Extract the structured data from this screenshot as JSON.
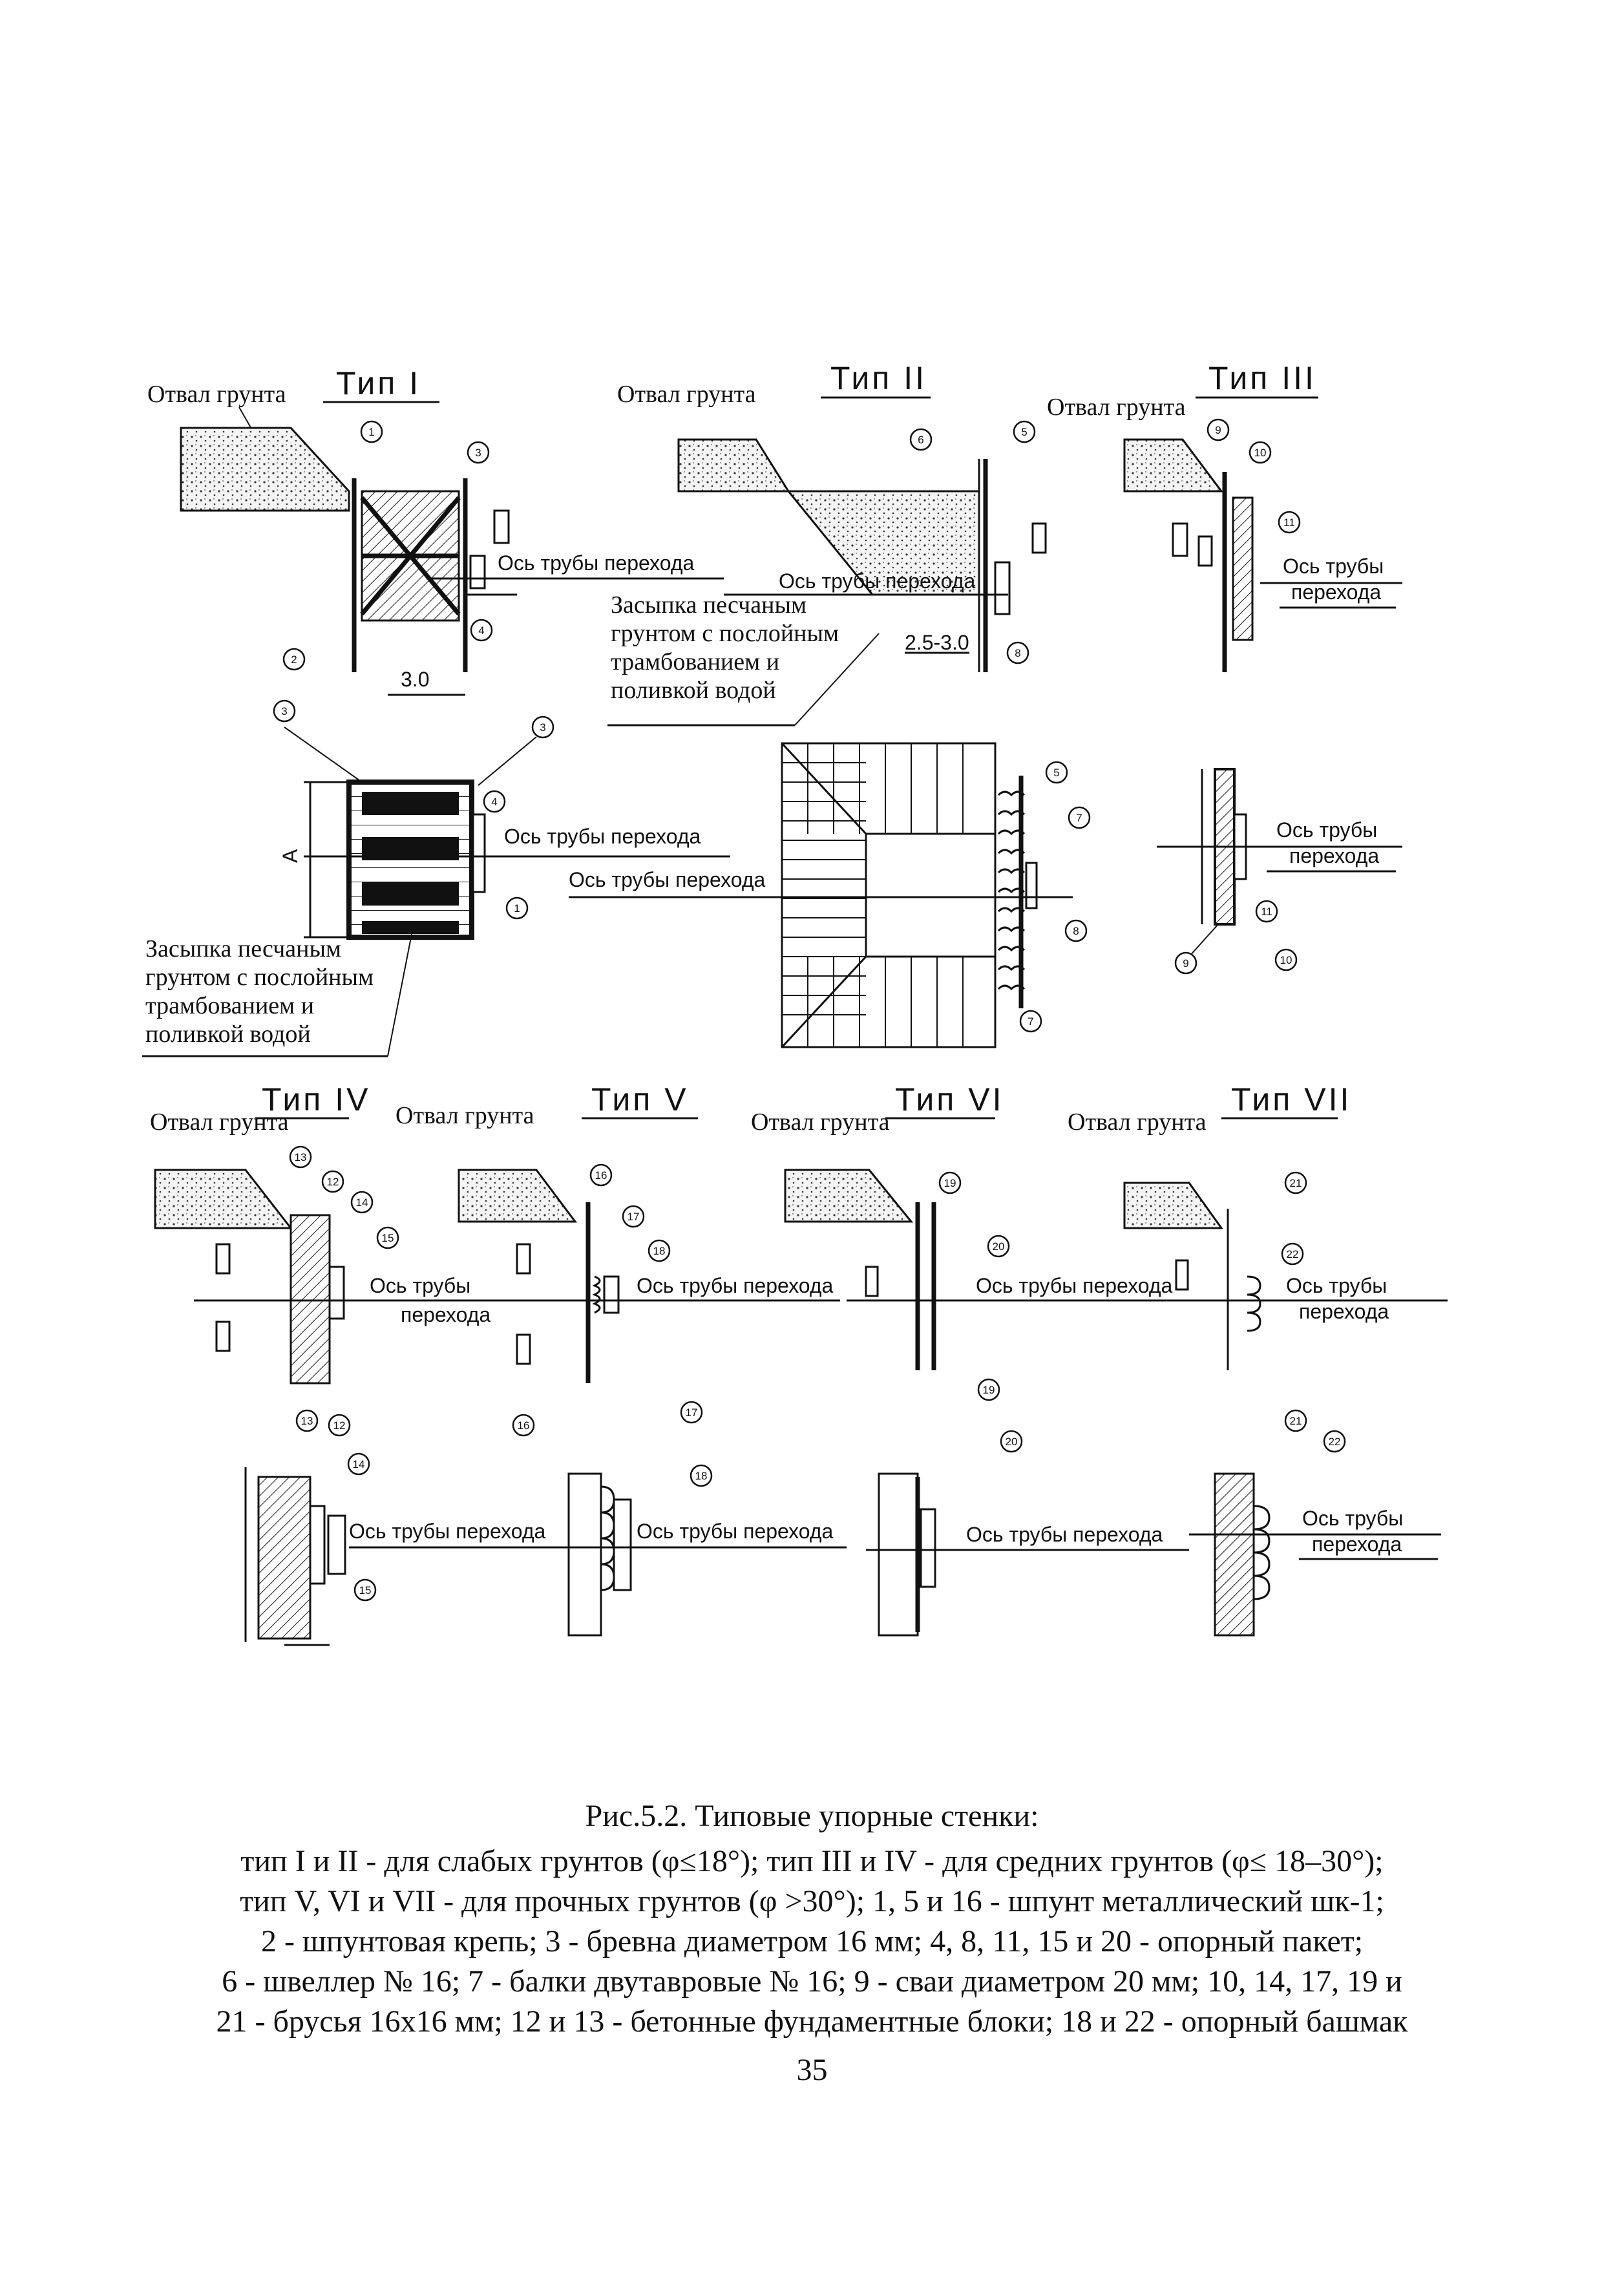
{
  "labels": {
    "spoil": "Отвал грунта",
    "pipe_axis": "Ось трубы перехода",
    "pipe_axis_l1": "Ось трубы",
    "pipe_axis_l2": "перехода",
    "backfill_1": "Засыпка песчаным",
    "backfill_2": "грунтом с послойным",
    "backfill_3": "трамбованием и",
    "backfill_4": "поливкой водой"
  },
  "types": {
    "t1": "Тип I",
    "t2": "Тип II",
    "t3": "Тип III",
    "t4": "Тип IV",
    "t5": "Тип V",
    "t6": "Тип VI",
    "t7": "Тип VII"
  },
  "callouts": [
    "1",
    "2",
    "3",
    "4",
    "5",
    "6",
    "7",
    "8",
    "9",
    "10",
    "11",
    "12",
    "13",
    "14",
    "15",
    "16",
    "17",
    "18",
    "19",
    "20",
    "21",
    "22"
  ],
  "caption": {
    "title": "Рис.5.2. Типовые упорные стенки:",
    "lines": [
      "тип I и II - для слабых грунтов (φ≤18°); тип III и IV - для средних грунтов  (φ≤ 18–30°);",
      "тип V, VI  и  VII - для прочных грунтов (φ >30°); 1, 5 и 16 - шпунт металлический шк-1;",
      "2 - шпунтовая крепь; 3 - бревна диаметром 16 мм; 4, 8, 11, 15 и  20 - опорный пакет;",
      "6 - швеллер № 16; 7 - балки двутавровые № 16; 9 - сваи диаметром 20 мм; 10, 14, 17, 19 и",
      "21 - брусья 16х16 мм; 12 и 13 - бетонные фундаментные блоки; 18 и 22 - опорный башмак"
    ]
  },
  "page_number": "35"
}
